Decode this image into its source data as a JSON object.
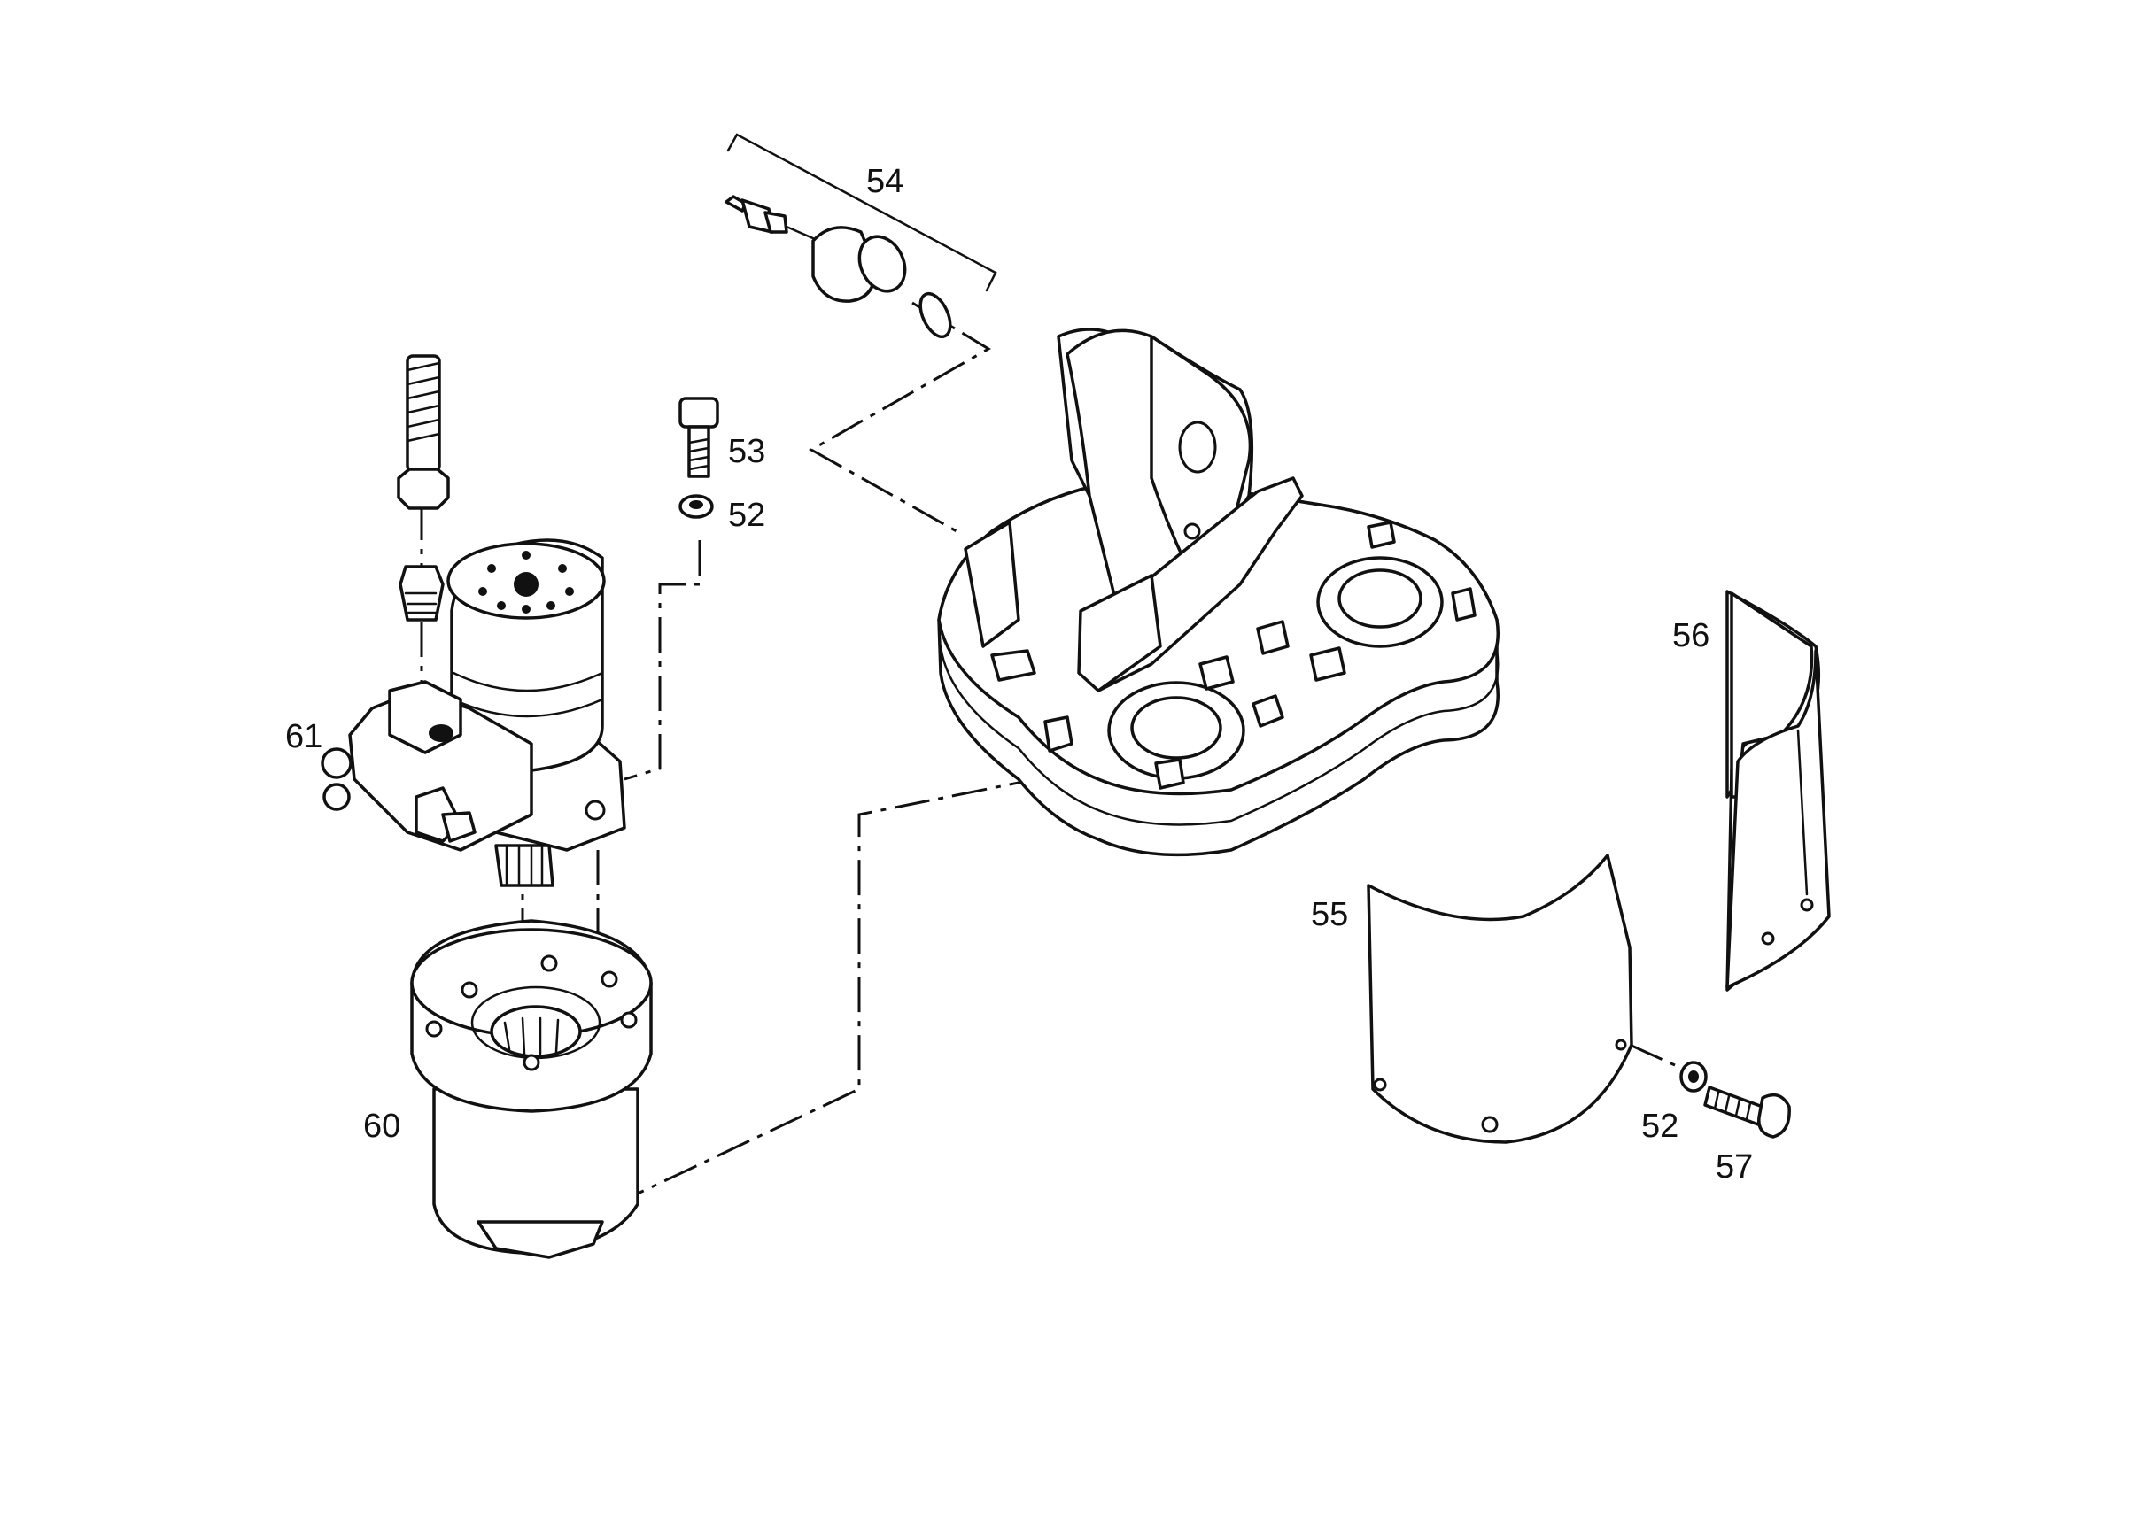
{
  "colors": {
    "ink": "#111111",
    "paper": "#ffffff"
  },
  "callouts": {
    "p54": "54",
    "p53": "53",
    "p52_top": "52",
    "p61": "61",
    "p60": "60",
    "p56": "56",
    "p55": "55",
    "p52_bottom": "52",
    "p57": "57"
  }
}
